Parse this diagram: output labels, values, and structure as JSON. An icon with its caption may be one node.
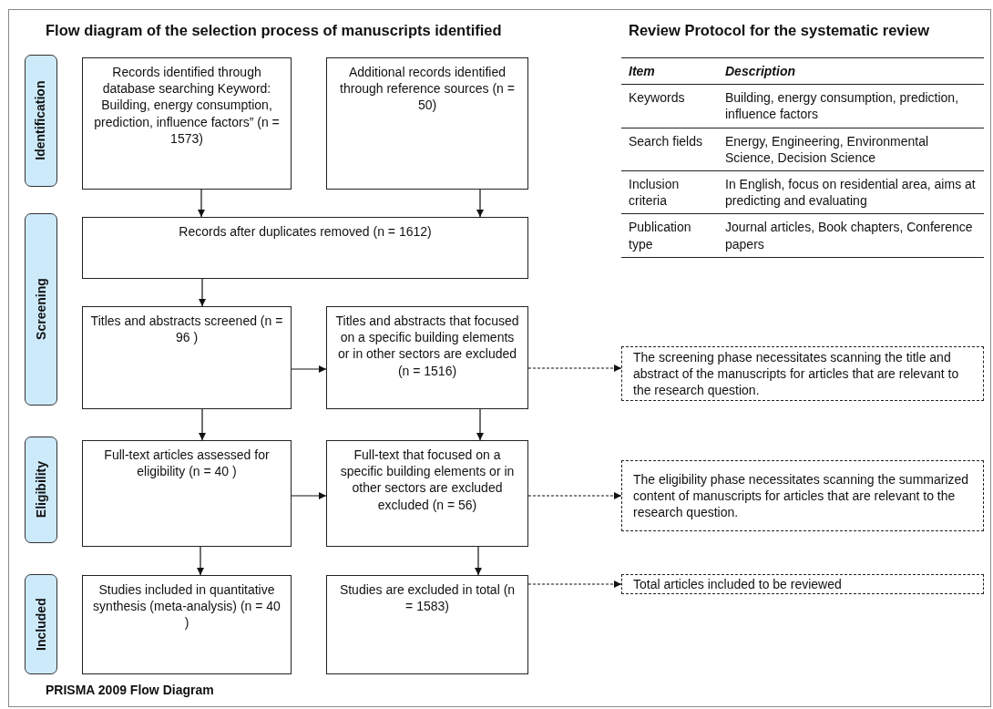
{
  "diagram": {
    "title": "Flow diagram of the selection process of manuscripts identified",
    "caption": "PRISMA 2009 Flow Diagram",
    "nodes": [
      {
        "text": [
          "Identification"
        ]
      },
      {
        "text": [
          "Screening"
        ]
      },
      {
        "text": [
          "Eligibility"
        ]
      },
      {
        "text": [
          "Included"
        ]
      },
      {
        "text": [
          "Records identified through database searching Keyword: Building, energy consumption, prediction, influence factors” (n = 1573)"
        ]
      },
      {
        "text": [
          "Additional records identified through reference sources (n = 50)"
        ]
      },
      {
        "text": [
          "Records after duplicates removed (n = 1612)"
        ]
      },
      {
        "text": [
          "Titles and abstracts screened (n = 96 )"
        ]
      },
      {
        "text": [
          "Titles and abstracts that focused on a specific building elements or in other sectors are excluded (n = 1516)"
        ]
      },
      {
        "text": [
          "The screening phase necessitates scanning the title and abstract of the manuscripts for articles that are relevant to the research question."
        ]
      },
      {
        "text": [
          "Full-text articles assessed for eligibility (n = 40 )"
        ]
      },
      {
        "text": [
          "Full-text that focused on a specific building elements or in other sectors are excluded excluded (n = 56)"
        ]
      },
      {
        "text": [
          "The eligibility phase necessitates scanning the summarized content of manuscripts for articles that are relevant to the research question."
        ]
      },
      {
        "text": [
          "Studies included in quantitative synthesis (meta-analysis) (n = 40 )"
        ]
      },
      {
        "text": [
          "Studies are excluded in total (n = 1583)"
        ]
      },
      {
        "text": [
          "Total articles included to be reviewed"
        ]
      }
    ],
    "edges": [
      {
        "from": 4,
        "to": 6,
        "arrow": "to"
      },
      {
        "from": 5,
        "to": 6,
        "arrow": "to"
      },
      {
        "from": 6,
        "to": 7,
        "arrow": "to"
      },
      {
        "from": 7,
        "to": 8,
        "arrow": "to"
      },
      {
        "from": 8,
        "to": 9,
        "arrow": "to",
        "style": "dashed"
      },
      {
        "from": 7,
        "to": 10,
        "arrow": "to"
      },
      {
        "from": 8,
        "to": 11,
        "arrow": "to"
      },
      {
        "from": 10,
        "to": 11,
        "arrow": "to"
      },
      {
        "from": 11,
        "to": 12,
        "arrow": "to",
        "style": "dashed"
      },
      {
        "from": 10,
        "to": 13,
        "arrow": "to"
      },
      {
        "from": 11,
        "to": 14,
        "arrow": "to"
      },
      {
        "from": 14,
        "to": 15,
        "arrow": "to",
        "style": "dashed"
      }
    ],
    "labels": [
      "Review Protocol for the systematic review",
      "Item",
      "Description",
      "Keywords",
      "Building, energy consumption, prediction, influence factors",
      "Search fields",
      "Energy, Engineering, Environmental Science, Decision Science",
      "Inclusion criteria",
      "In English, focus on residential area, aims at predicting and evaluating",
      "Publication type",
      "Journal articles, Book chapters, Conference papers"
    ]
  }
}
